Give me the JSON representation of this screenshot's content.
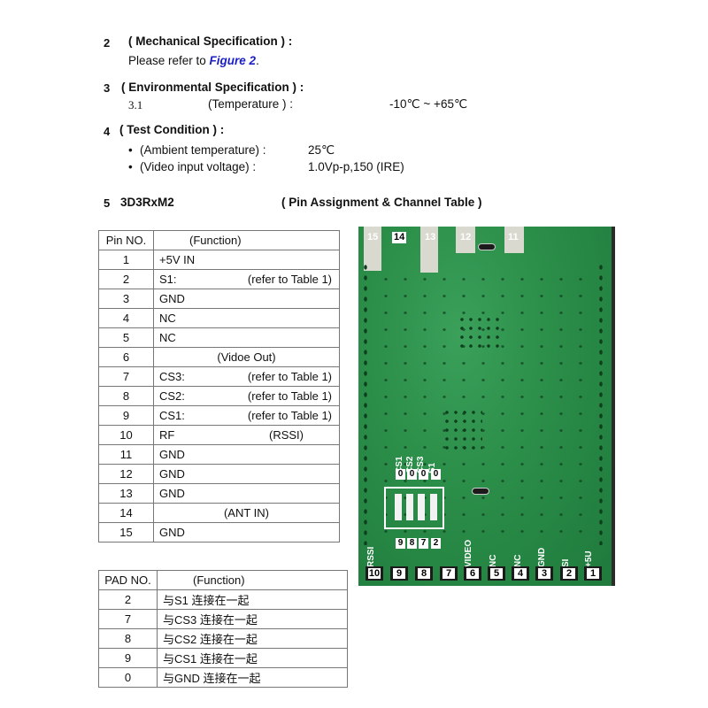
{
  "sections": {
    "mechanical": {
      "num": "2",
      "title": "( Mechanical Specification ) :",
      "text_prefix": "Please refer to ",
      "link": "Figure 2",
      "text_suffix": "."
    },
    "environmental": {
      "num": "3",
      "title": "( Environmental Specification ) :",
      "sub_num": "3.1",
      "sub_label": "(Temperature ) :",
      "sub_value": "-10℃ ~ +65℃"
    },
    "test": {
      "num": "4",
      "title": "( Test Condition ) :",
      "items": [
        {
          "bullet": "•",
          "label": "(Ambient temperature) :",
          "value": "25℃"
        },
        {
          "bullet": "•",
          "label": "(Video input voltage) :",
          "value": "1.0Vp-p,150 (IRE)"
        }
      ]
    },
    "pin": {
      "num": "5",
      "model": "3D3RxM2",
      "title": "( Pin Assignment & Channel Table )"
    }
  },
  "pin_table": {
    "headers": [
      "Pin NO.",
      "(Function)"
    ],
    "rows": [
      {
        "pin": "1",
        "func": "+5V IN",
        "note": ""
      },
      {
        "pin": "2",
        "func": "S1:",
        "note": "(refer to  Table 1)"
      },
      {
        "pin": "3",
        "func": "GND",
        "note": ""
      },
      {
        "pin": "4",
        "func": "NC",
        "note": ""
      },
      {
        "pin": "5",
        "func": "NC",
        "note": ""
      },
      {
        "pin": "6",
        "func": "",
        "center": "(Vidoe Out)"
      },
      {
        "pin": "7",
        "func": "CS3:",
        "note": "(refer to  Table 1)"
      },
      {
        "pin": "8",
        "func": "CS2:",
        "note": "(refer to  Table 1)"
      },
      {
        "pin": "9",
        "func": "CS1:",
        "note": "(refer to  Table 1)"
      },
      {
        "pin": "10",
        "func": "RF",
        "note": "(RSSI)"
      },
      {
        "pin": "11",
        "func": "GND",
        "note": ""
      },
      {
        "pin": "12",
        "func": "GND",
        "note": ""
      },
      {
        "pin": "13",
        "func": "GND",
        "note": ""
      },
      {
        "pin": "14",
        "func": "",
        "center": "(ANT IN)"
      },
      {
        "pin": "15",
        "func": "GND",
        "note": ""
      }
    ]
  },
  "pad_table": {
    "headers": [
      "PAD NO.",
      "(Function)"
    ],
    "rows": [
      {
        "pad": "2",
        "func": "与S1 连接在一起"
      },
      {
        "pad": "7",
        "func": "与CS3 连接在一起"
      },
      {
        "pad": "8",
        "func": "与CS2 连接在一起"
      },
      {
        "pad": "9",
        "func": "与CS1 连接在一起"
      },
      {
        "pad": "0",
        "func": "与GND 连接在一起"
      }
    ]
  },
  "pcb": {
    "top_pins": [
      "15",
      "14",
      "13",
      "12",
      "11"
    ],
    "bottom_pins": [
      "10",
      "9",
      "8",
      "7",
      "6",
      "5",
      "4",
      "3",
      "2",
      "1"
    ],
    "silk_bottom": [
      "RSSI",
      "VIDEO",
      "NC",
      "NC",
      "GND",
      "SI",
      "+5U"
    ],
    "dip_labels": [
      "CS1",
      "CS2",
      "CS3",
      "S1"
    ],
    "dip_values": [
      "0",
      "0",
      "0",
      "0"
    ],
    "pad_labels": [
      "9",
      "8",
      "7",
      "2"
    ],
    "colors": {
      "board": "#2a8d48",
      "silk": "#ffffff",
      "link": "#1a1fc8"
    }
  }
}
